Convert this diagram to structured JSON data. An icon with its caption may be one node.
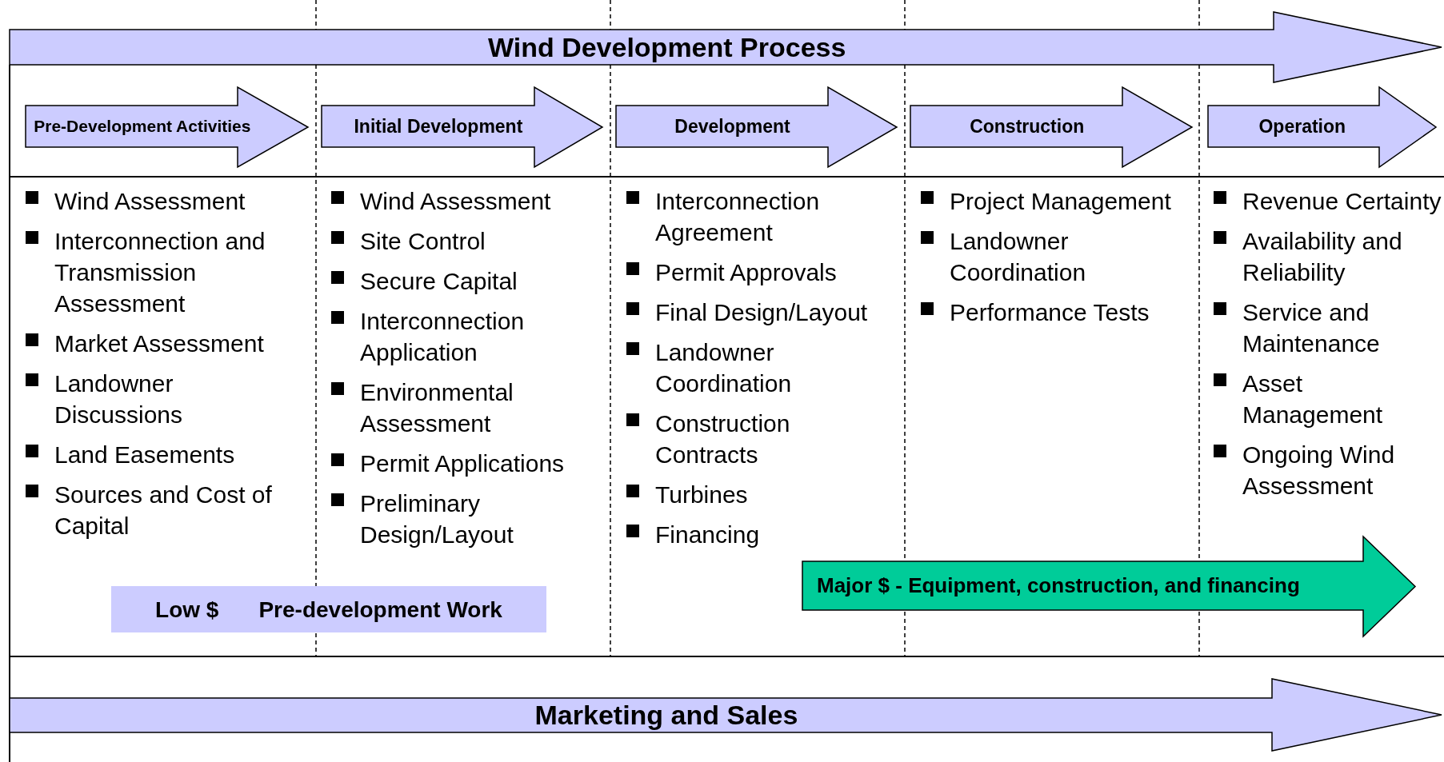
{
  "diagram": {
    "nodes": [
      {
        "text": [
          "Wind Development Process"
        ]
      },
      {
        "text": [
          "Pre-Development Activities"
        ]
      },
      {
        "text": [
          "Initial Development"
        ]
      },
      {
        "text": [
          "Development"
        ]
      },
      {
        "text": [
          "Construction"
        ]
      },
      {
        "text": [
          "Operation"
        ]
      },
      {
        "text": [
          "Low $",
          "Pre-development Work"
        ]
      },
      {
        "text": [
          "Major $ - Equipment, construction, and financing"
        ]
      },
      {
        "text": [
          "Marketing and Sales"
        ]
      }
    ],
    "edges": [],
    "labels": [
      "Wind Assessment",
      "Interconnection and Transmission Assessment",
      "Market Assessment",
      "Landowner Discussions",
      "Land Easements",
      "Sources and Cost of Capital",
      "Wind Assessment",
      "Site Control",
      "Secure Capital",
      "Interconnection Application",
      "Environmental Assessment",
      "Permit Applications",
      "Preliminary Design/Layout",
      "Interconnection Agreement",
      "Permit Approvals",
      "Final Design/Layout",
      "Landowner Coordination",
      "Construction Contracts",
      "Turbines",
      "Financing",
      "Project Management",
      "Landowner Coordination",
      "Performance Tests",
      "Revenue Certainty",
      "Availability and Reliability",
      "Service and Maintenance",
      "Asset Management",
      "Ongoing Wind Assessment"
    ]
  }
}
